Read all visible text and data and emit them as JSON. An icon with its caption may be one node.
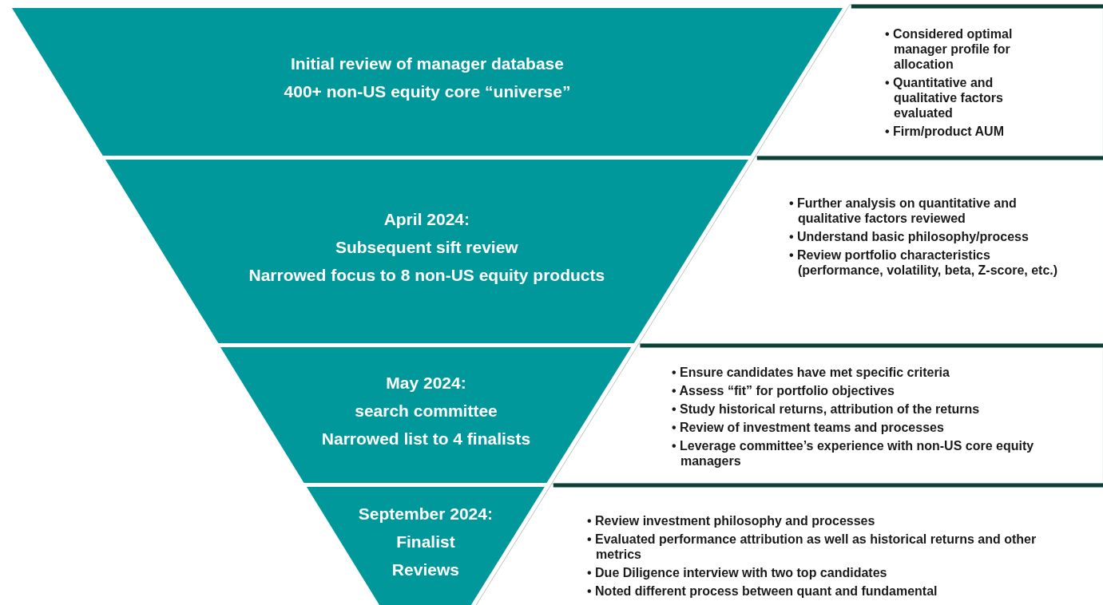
{
  "diagram": {
    "nodes": [
      {
        "text": [
          "Initial review of manager database",
          "400+ non-US equity core “universe”"
        ]
      },
      {
        "text": [
          "• Considered optimal manager profile for allocation",
          "• Quantitative and qualitative factors evaluated",
          "• Firm/product AUM"
        ]
      },
      {
        "text": [
          "April 2024:",
          "Subsequent sift review",
          "Narrowed focus to 8 non-US equity products"
        ]
      },
      {
        "text": [
          "• Further analysis on quantitative and qualitative factors reviewed",
          "• Understand basic philosophy/process",
          "• Review portfolio characteristics (performance, volatility, beta, Z-score, etc.)"
        ]
      },
      {
        "text": [
          "May 2024:",
          "search committee",
          "Narrowed list to 4 finalists"
        ]
      },
      {
        "text": [
          "• Ensure candidates have met specific criteria",
          "• Assess “fit” for portfolio objectives",
          "• Study historical returns, attribution of the returns",
          "• Review of investment teams and processes",
          "• Leverage committee’s experience with non-US core equity managers"
        ]
      },
      {
        "text": [
          "September 2024:",
          "Finalist",
          "Reviews"
        ]
      },
      {
        "text": [
          "• Review investment philosophy and processes",
          "• Evaluated performance attribution as well as historical returns and other metrics",
          "• Due Diligence interview with two top candidates",
          "• Noted different process between quant and fundamental"
        ]
      }
    ],
    "edges": []
  }
}
